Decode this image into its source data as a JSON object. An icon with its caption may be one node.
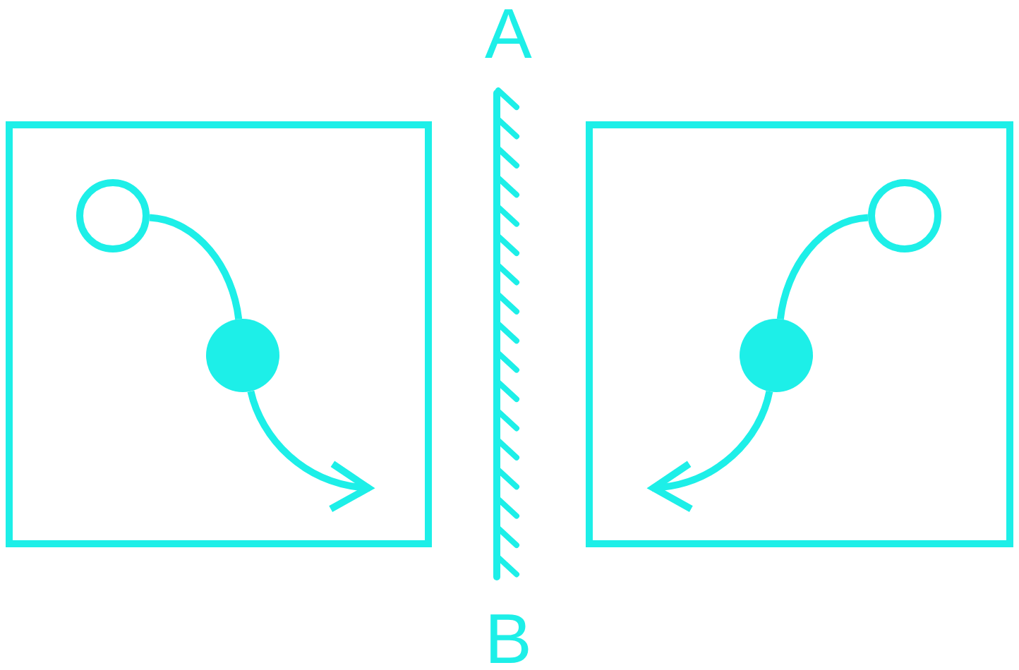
{
  "diagram": {
    "nodes": [
      {
        "text": [],
        "shape": "box"
      },
      {
        "text": [],
        "shape": "circle",
        "in": 0
      },
      {
        "text": [],
        "shape": "circle",
        "in": 0
      },
      {
        "text": [],
        "shape": "box"
      },
      {
        "text": [],
        "shape": "circle",
        "in": 3
      },
      {
        "text": [],
        "shape": "circle",
        "in": 3
      }
    ],
    "edges": [
      {
        "from": 1,
        "to": 2,
        "arrow": "none"
      },
      {
        "from": 2,
        "to": null,
        "arrow": "to"
      },
      {
        "from": 4,
        "to": 5,
        "arrow": "none"
      },
      {
        "from": 5,
        "to": null,
        "arrow": "to"
      }
    ],
    "labels": [
      "A",
      "B"
    ]
  }
}
